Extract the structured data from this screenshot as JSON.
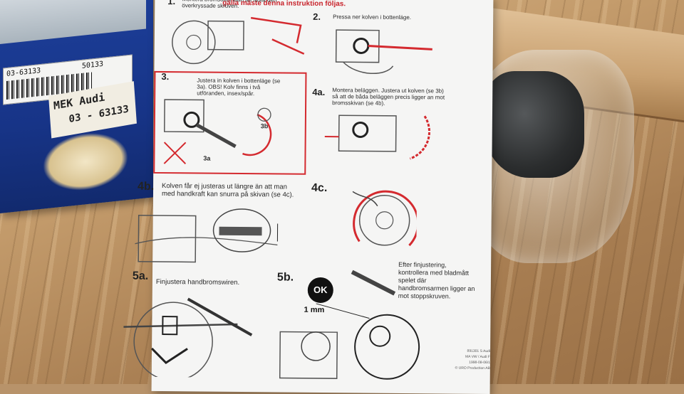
{
  "box": {
    "label_part": "03-63133",
    "label_code": "50133",
    "tag_line1": "MEK Audi",
    "tag_line2": "03 - 63133"
  },
  "sheet": {
    "heading": "gälla måste denna instruktion följas.",
    "footer": [
      "891301 S Audi",
      "MA VW / Audi F",
      "1998-08-06/1",
      "© URO Production AB"
    ]
  },
  "steps": {
    "s1": {
      "num": "1.",
      "text": "Montera bromsoket utan att fästa den överkryssade skruven."
    },
    "s2": {
      "num": "2.",
      "text": "Pressa ner kolven i bottenläge."
    },
    "s3": {
      "num": "3.",
      "text": "Justera in kolven i bottenläge (se 3a). OBS! Kolv finns i två utföranden, insex/spår.",
      "label_a": "3a",
      "label_b": "3b"
    },
    "s4a": {
      "num": "4a.",
      "text": "Montera beläggen. Justera ut kolven (se 3b) så att de båda beläggen precis ligger an mot bromsskivan (se 4b)."
    },
    "s4b": {
      "num": "4b.",
      "text": "Kolven får ej justeras ut längre än att man med handkraft kan snurra på skivan (se 4c)."
    },
    "s4c": {
      "num": "4c."
    },
    "s5a": {
      "num": "5a.",
      "text": "Finjustera handbromswiren."
    },
    "s5b": {
      "num": "5b.",
      "ok": "OK",
      "mm": "1 mm",
      "text": "Efter finjustering, kontrollera med bladmått spelet där handbromsarmen ligger an mot stoppskruven."
    }
  },
  "colors": {
    "accent_red": "#d42a2f",
    "box_blue": "#1d3f9a"
  }
}
